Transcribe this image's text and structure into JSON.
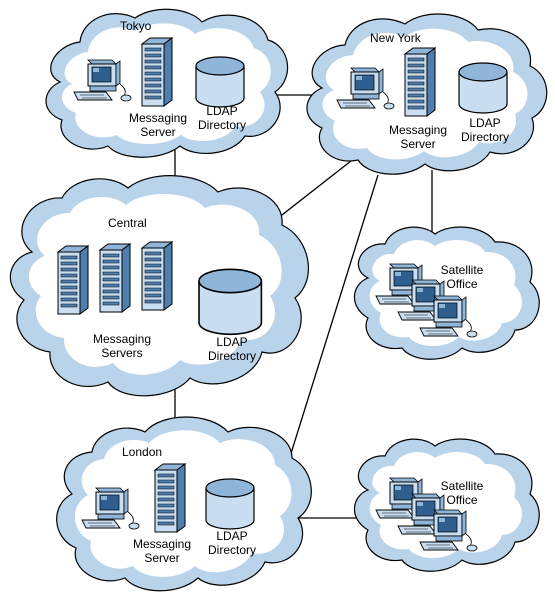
{
  "colors": {
    "cloud_fill": "#b9d3ea",
    "equipment_light": "#c9def0",
    "equipment_mid": "#8fb5d9",
    "equipment_dark": "#4f7fae",
    "line": "#000000"
  },
  "sites": {
    "tokyo": {
      "name": "Tokyo",
      "server_label": [
        "Messaging",
        "Server"
      ],
      "directory_label": [
        "LDAP",
        "Directory"
      ]
    },
    "newyork": {
      "name": "New York",
      "server_label": [
        "Messaging",
        "Server"
      ],
      "directory_label": [
        "LDAP",
        "Directory"
      ]
    },
    "central": {
      "name": "Central",
      "server_label": [
        "Messaging",
        "Servers"
      ],
      "directory_label": [
        "LDAP",
        "Directory"
      ]
    },
    "london": {
      "name": "London",
      "server_label": [
        "Messaging",
        "Server"
      ],
      "directory_label": [
        "LDAP",
        "Directory"
      ]
    },
    "satellite1": {
      "name": [
        "Satellite",
        "Office"
      ]
    },
    "satellite2": {
      "name": [
        "Satellite",
        "Office"
      ]
    }
  },
  "icons": {
    "workstation": "workstation-icon",
    "server": "server-tower-icon",
    "directory": "database-cylinder-icon"
  }
}
